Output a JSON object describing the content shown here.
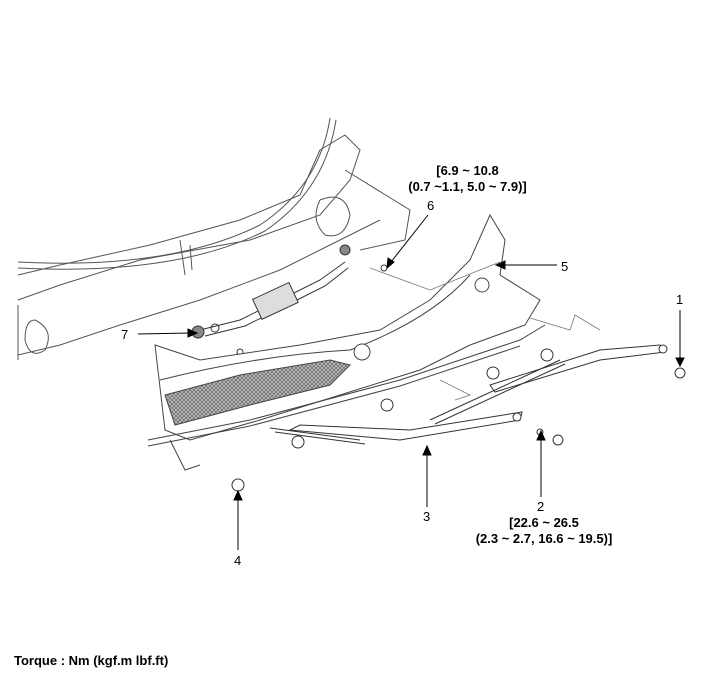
{
  "callouts": {
    "c1": "1",
    "c2": "2",
    "c3": "3",
    "c4": "4",
    "c5": "5",
    "c6": "6",
    "c7": "7"
  },
  "torque_6": {
    "line1": "[6.9 ~ 10.8",
    "line2": "(0.7 ~1.1, 5.0 ~ 7.9)]"
  },
  "torque_2": {
    "line1": "[22.6 ~ 26.5",
    "line2": "(2.3 ~ 2.7, 16.6 ~ 19.5)]"
  },
  "legend": "Torque : Nm (kgf.m lbf.ft)"
}
